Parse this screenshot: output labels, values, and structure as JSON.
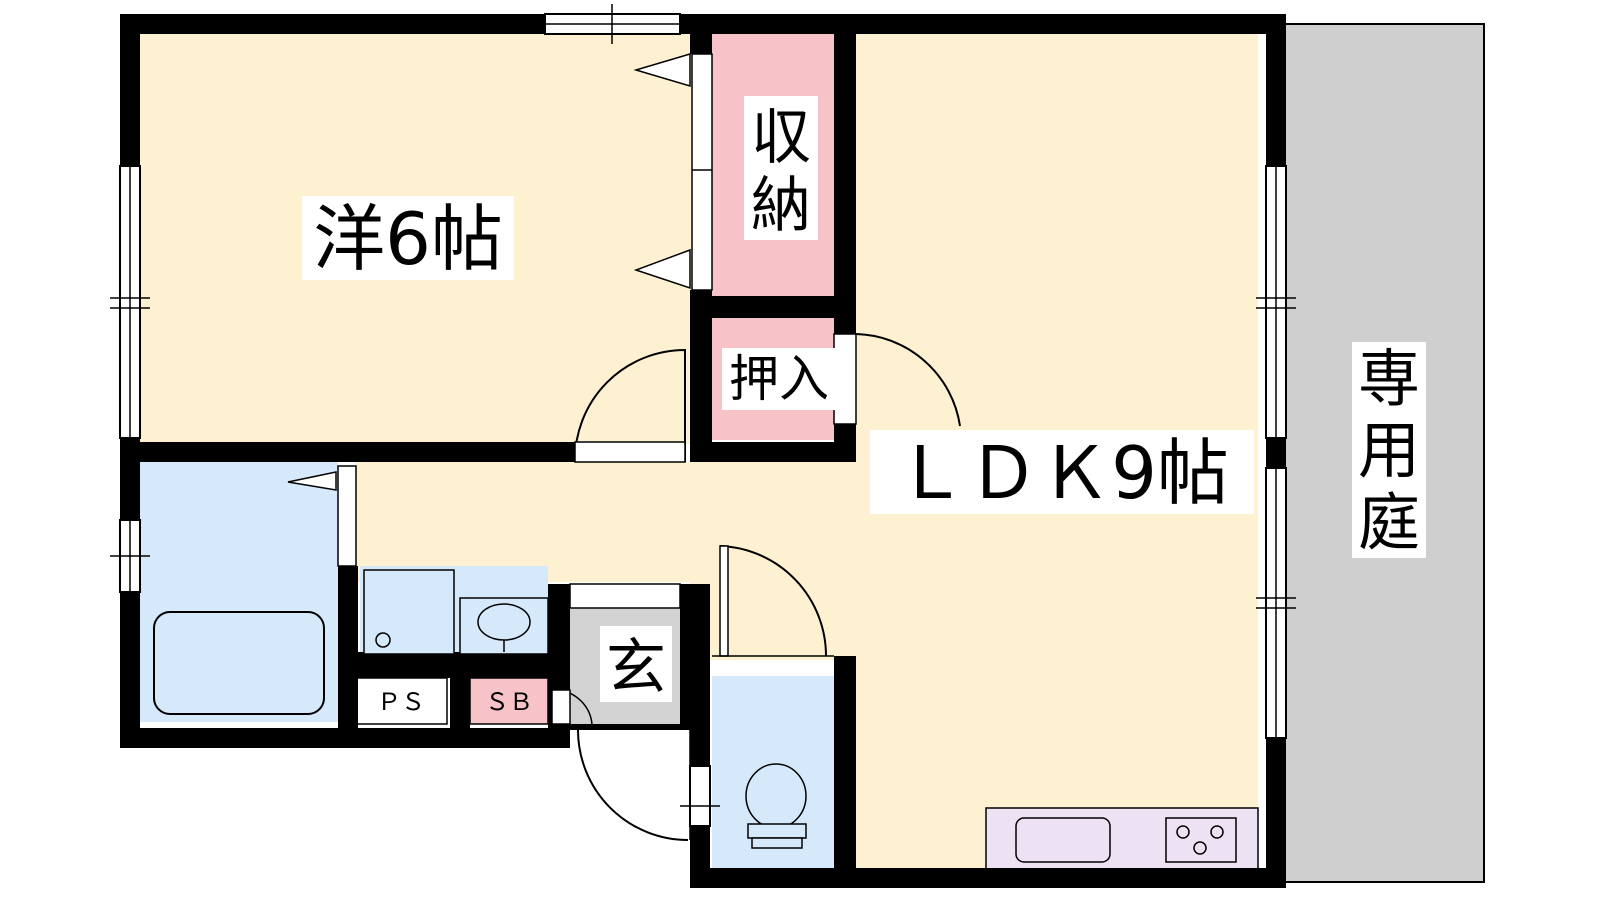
{
  "rooms": {
    "western_room": "洋6帖",
    "ldk": "ＬＤＫ9帖",
    "storage": "収納",
    "closet": "押入",
    "entrance": "玄",
    "private_garden": "専用庭",
    "pipe_space": "ＰＳ",
    "shoe_box": "ＳＢ"
  },
  "colors": {
    "room_floor": "#fdf1d2",
    "storage_pink": "#f8c3c8",
    "wet_area_blue": "#d6e9fb",
    "entrance_gray": "#d2d2d2",
    "garden_gray": "#cfcfcf",
    "kitchen_lavender": "#ece2f4",
    "wall": "#000000"
  }
}
